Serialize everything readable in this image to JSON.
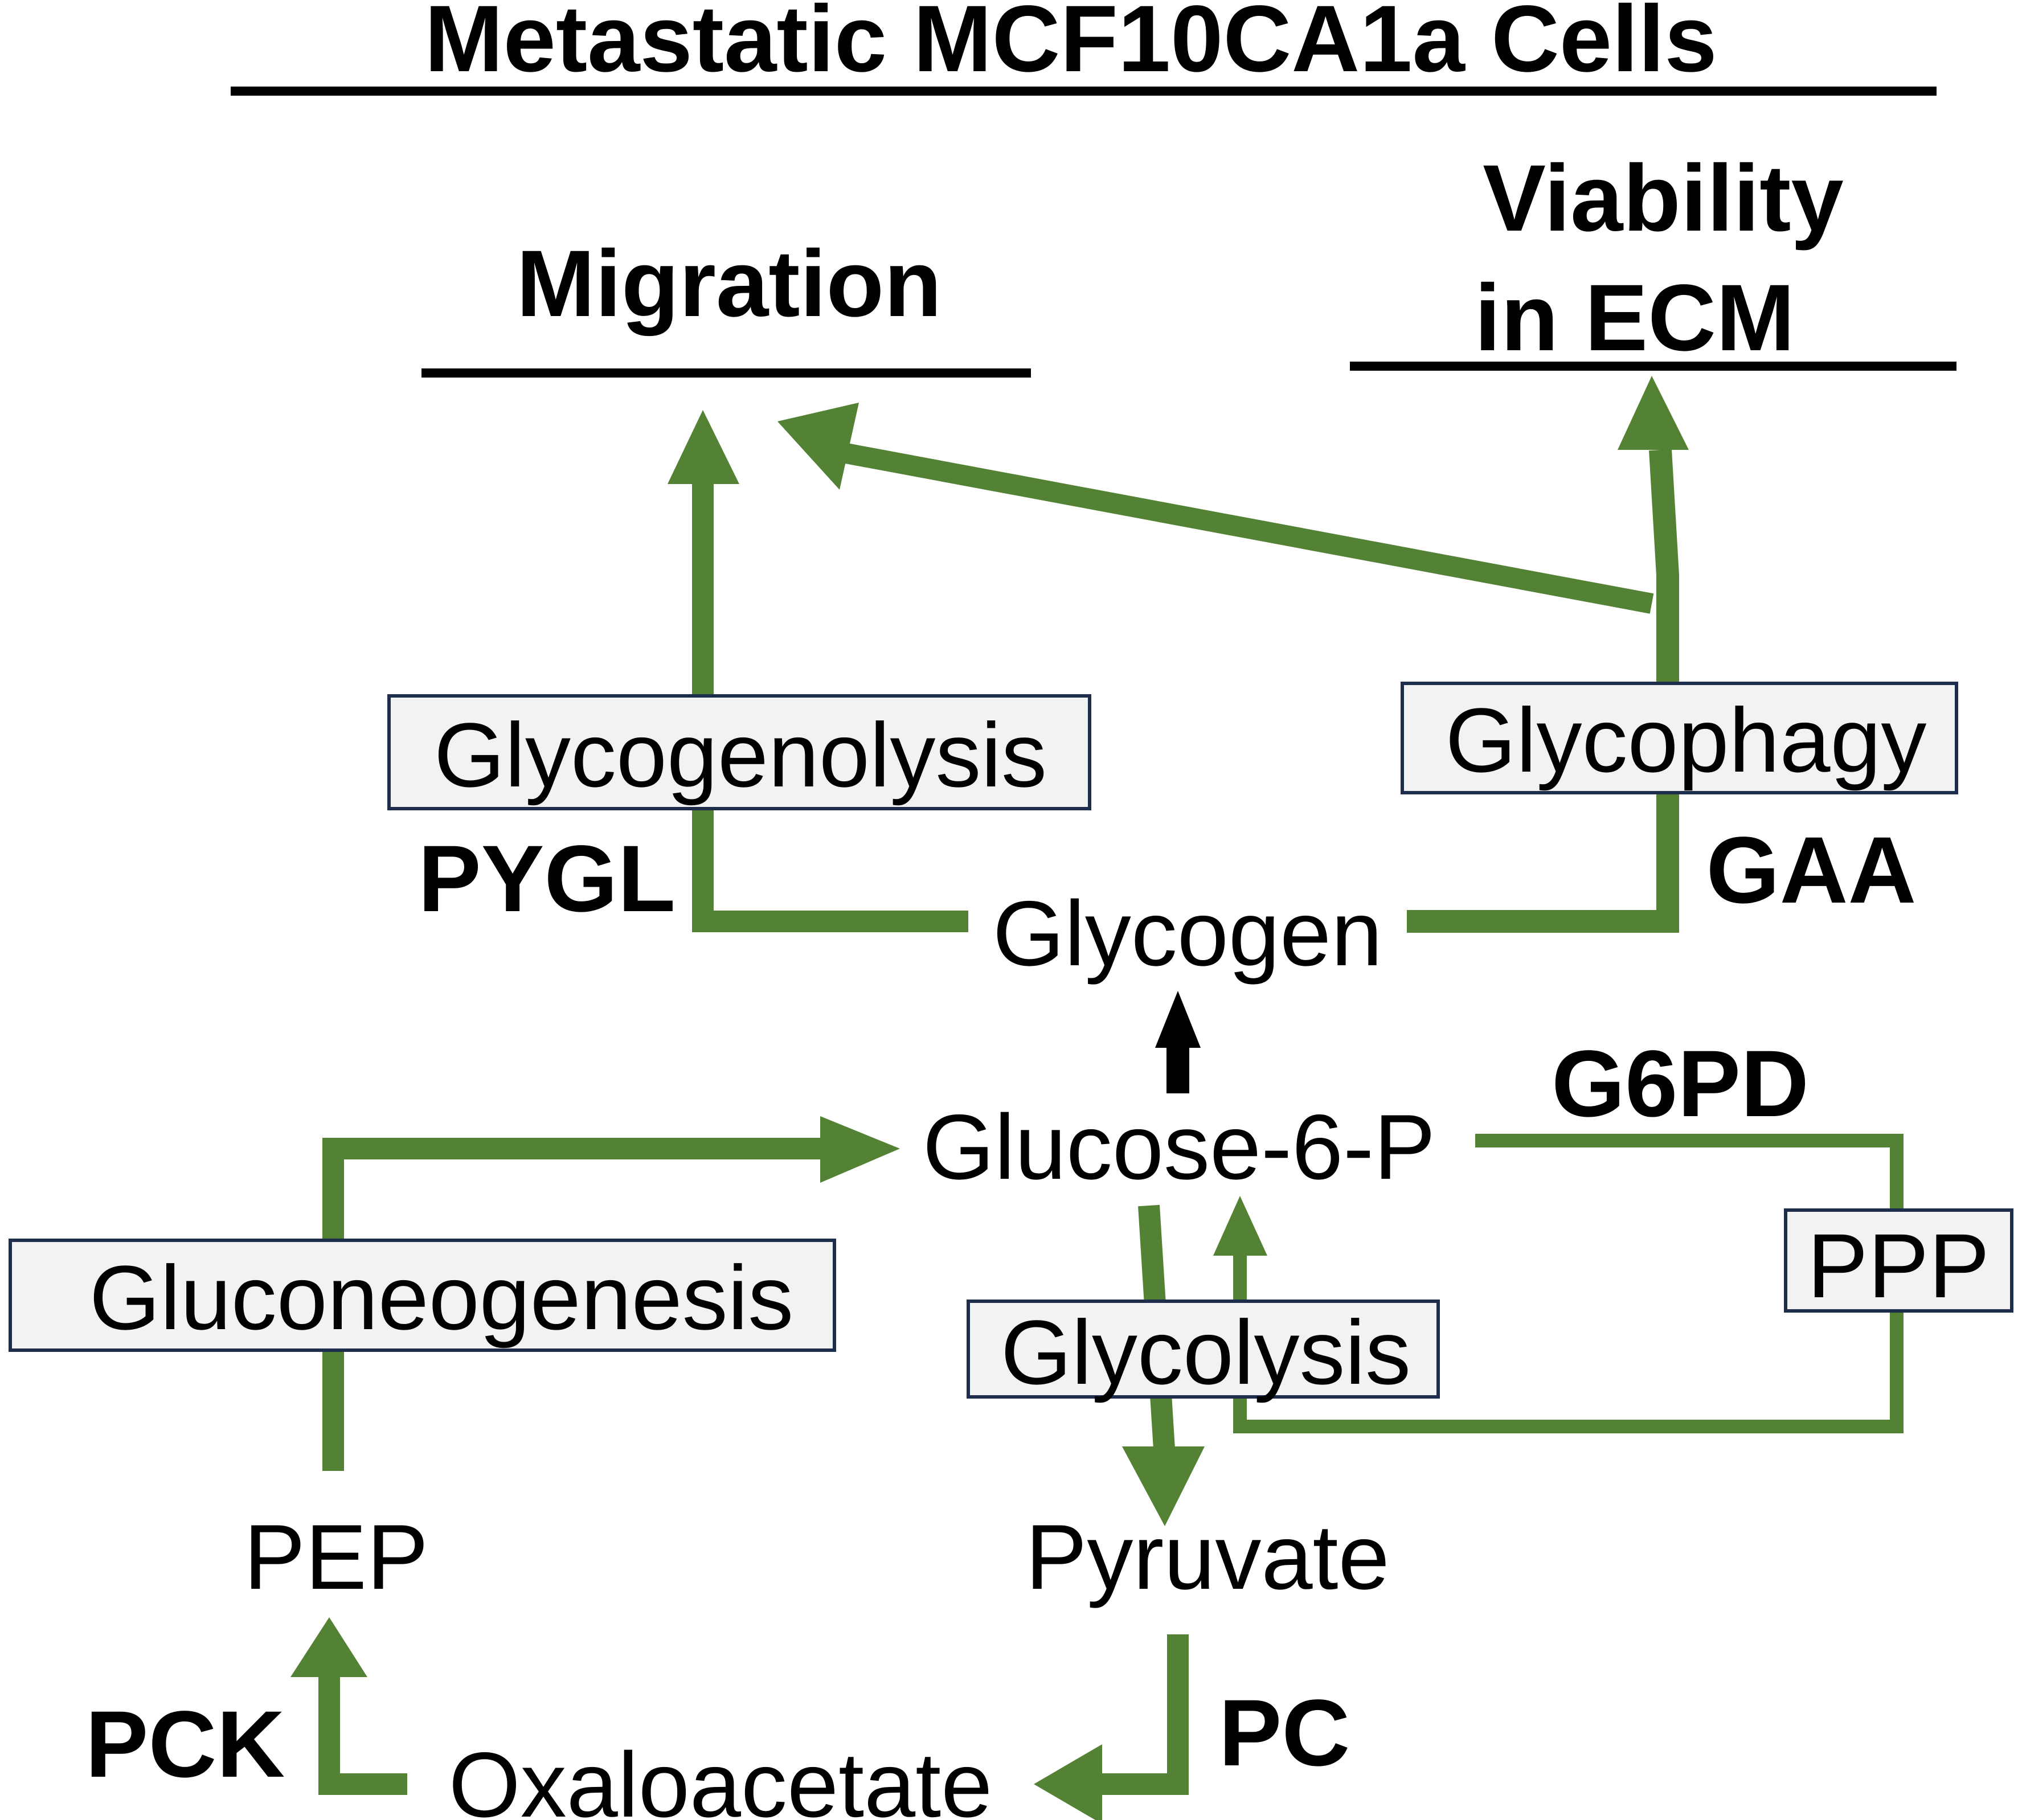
{
  "title": "Metastatic MCF10CA1a Cells",
  "outcomes": {
    "migration": "Migration",
    "viability_line1": "Viability",
    "viability_line2": "in ECM"
  },
  "processes": {
    "glycogenolysis": "Glycogenolysis",
    "glycophagy": "Glycophagy",
    "gluconeogenesis": "Gluconeogenesis",
    "glycolysis": "Glycolysis",
    "ppp": "PPP"
  },
  "metabolites": {
    "glycogen": "Glycogen",
    "glucose6p": "Glucose-6-P",
    "pep": "PEP",
    "pyruvate": "Pyruvate",
    "oxaloacetate": "Oxaloacetate"
  },
  "enzymes": {
    "pygl": "PYGL",
    "gaa": "GAA",
    "g6pd": "G6PD",
    "pck": "PCK",
    "pc": "PC"
  },
  "colors": {
    "pathway_arrow": "#548235",
    "box_fill": "#f2f2f2",
    "box_border": "#1f2d4d",
    "text": "#000000"
  }
}
